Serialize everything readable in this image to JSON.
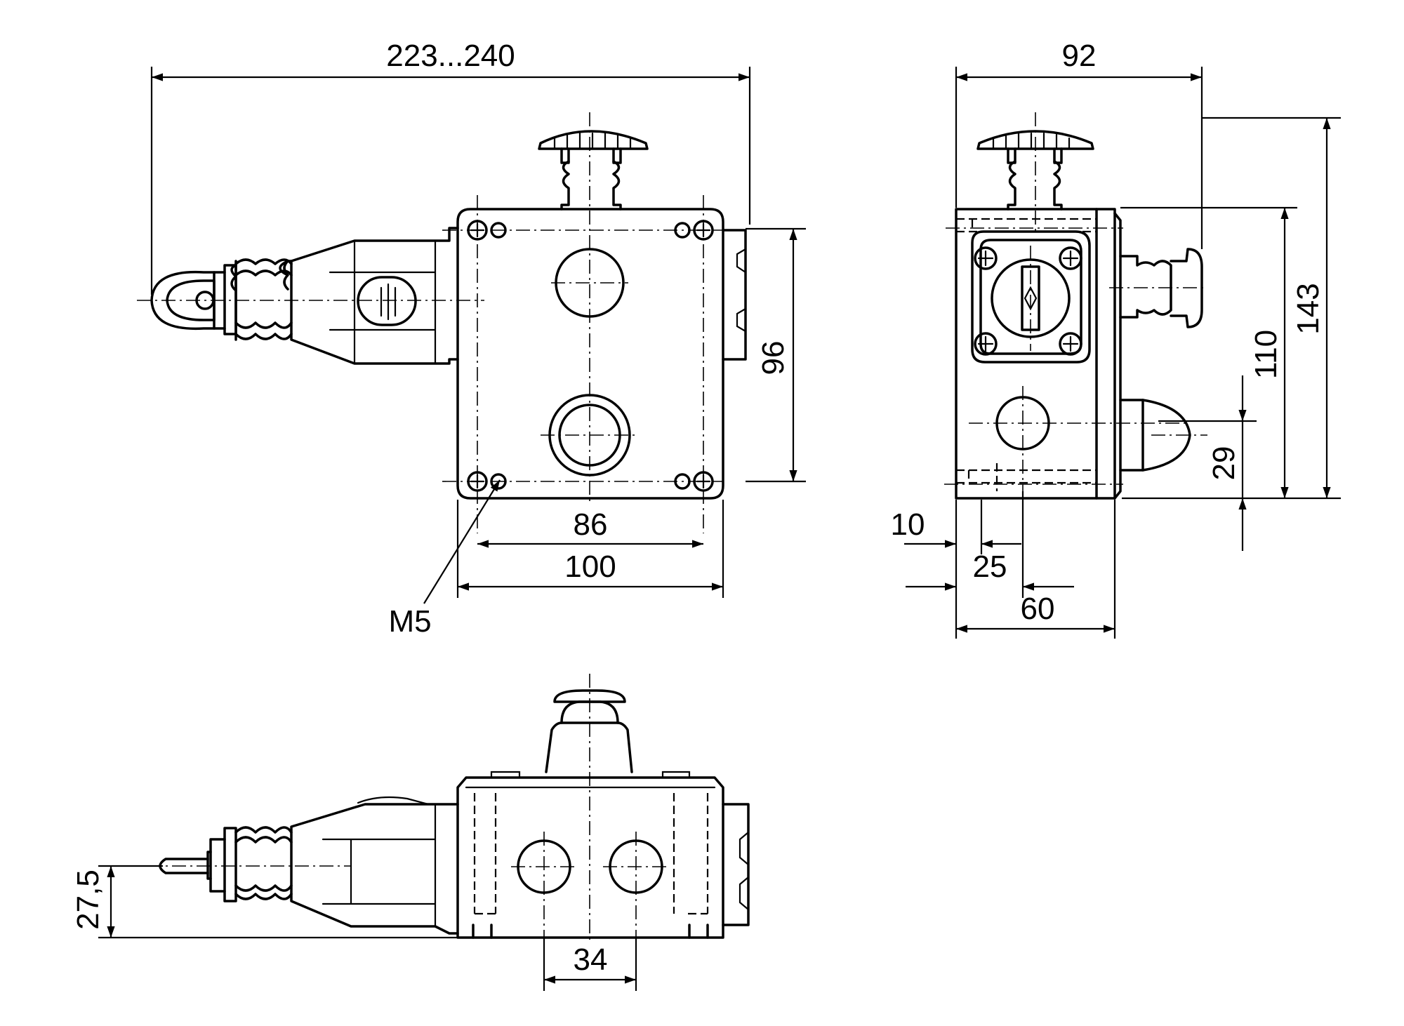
{
  "drawing": {
    "front_view": {
      "dim_overall_length": "223...240",
      "dim_height": "96",
      "dim_hole_spacing": "86",
      "dim_width": "100",
      "thread_callout": "M5"
    },
    "side_view": {
      "dim_depth_overall": "92",
      "dim_height_overall": "143",
      "dim_body_height": "110",
      "dim_lower_offset": "29",
      "dim_left_offset": "10",
      "dim_mid_offset": "25",
      "dim_depth": "60"
    },
    "bottom_view": {
      "dim_axis_height": "27,5",
      "dim_hole_spacing": "34"
    }
  }
}
